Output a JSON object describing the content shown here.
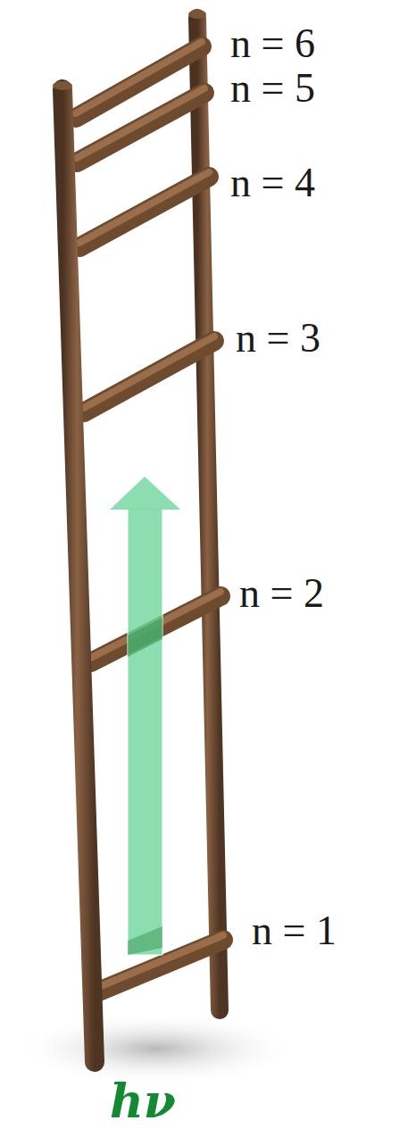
{
  "diagram": {
    "labels": [
      "n = 6",
      "n = 5",
      "n = 4",
      "n = 3",
      "n = 2",
      "n = 1",
      "hν"
    ]
  }
}
